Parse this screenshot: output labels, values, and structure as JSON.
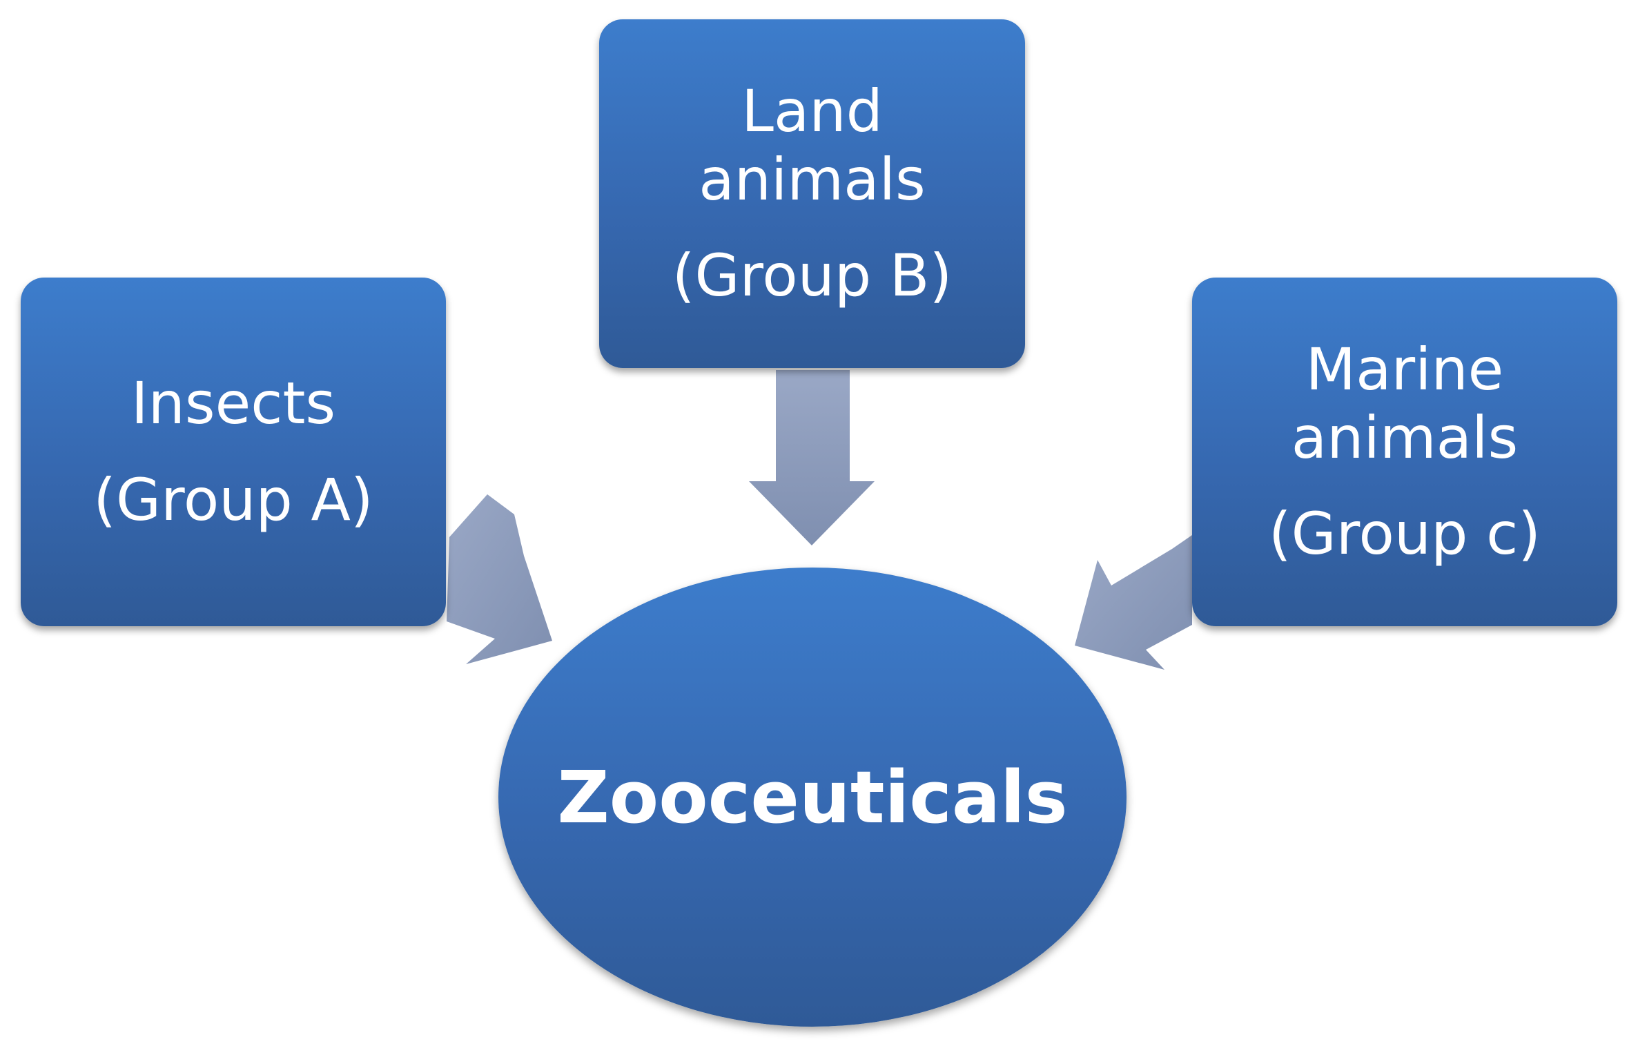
{
  "diagram": {
    "sources": [
      {
        "name": "Insects",
        "group": "(Group A)"
      },
      {
        "name_line1": "Land",
        "name_line2": "animals",
        "group": "(Group B)"
      },
      {
        "name_line1": "Marine",
        "name_line2": "animals",
        "group": "(Group c)"
      }
    ],
    "center": {
      "label": "Zooceuticals"
    },
    "colors": {
      "box_top": "#3d7dcc",
      "box_bottom": "#2f5a97",
      "arrow": "#8d9bbb",
      "text": "#ffffff"
    }
  }
}
